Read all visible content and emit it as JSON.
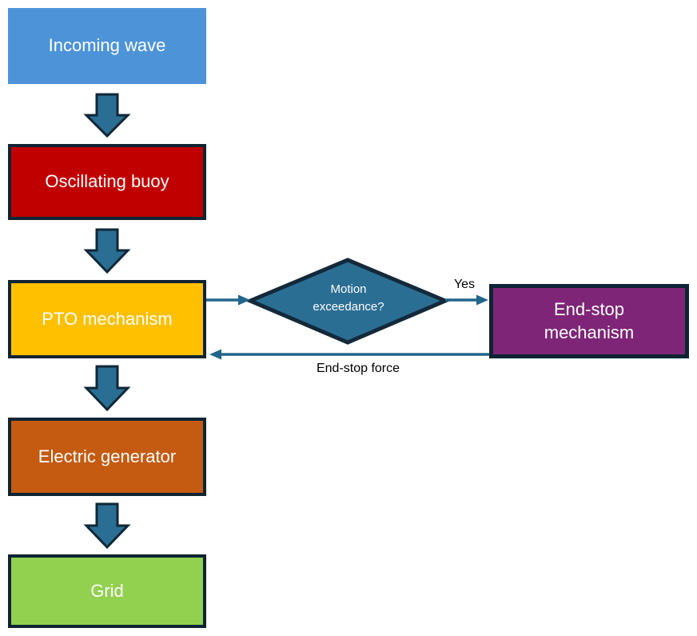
{
  "diagram": {
    "nodes": [
      {
        "id": "incoming-wave",
        "label": "Incoming wave",
        "fill": "#4d93d8"
      },
      {
        "id": "oscillating-buoy",
        "label": "Oscillating buoy",
        "fill": "#c00000"
      },
      {
        "id": "pto-mechanism",
        "label": "PTO mechanism",
        "fill": "#ffc000"
      },
      {
        "id": "electric-generator",
        "label": "Electric generator",
        "fill": "#c55a11"
      },
      {
        "id": "grid",
        "label": "Grid",
        "fill": "#92d050"
      },
      {
        "id": "end-stop-mechanism",
        "label": "End-stop mechanism",
        "fill": "#7e2577"
      }
    ],
    "decision": {
      "id": "motion-exceedance",
      "label": "Motion exceedance?",
      "fill": "#2b6e93"
    },
    "edges": [
      {
        "from": "incoming-wave",
        "to": "oscillating-buoy",
        "label": ""
      },
      {
        "from": "oscillating-buoy",
        "to": "pto-mechanism",
        "label": ""
      },
      {
        "from": "pto-mechanism",
        "to": "motion-exceedance",
        "label": ""
      },
      {
        "from": "motion-exceedance",
        "to": "end-stop-mechanism",
        "label": "Yes"
      },
      {
        "from": "end-stop-mechanism",
        "to": "pto-mechanism",
        "label": "End-stop force"
      },
      {
        "from": "pto-mechanism",
        "to": "electric-generator",
        "label": ""
      },
      {
        "from": "electric-generator",
        "to": "grid",
        "label": ""
      }
    ],
    "colors": {
      "block_arrow_fill": "#2b6e93",
      "shape_outline": "#0e2433",
      "connector_line": "#21658a",
      "label_text": "#000000",
      "node_text": "#ffffff"
    }
  }
}
